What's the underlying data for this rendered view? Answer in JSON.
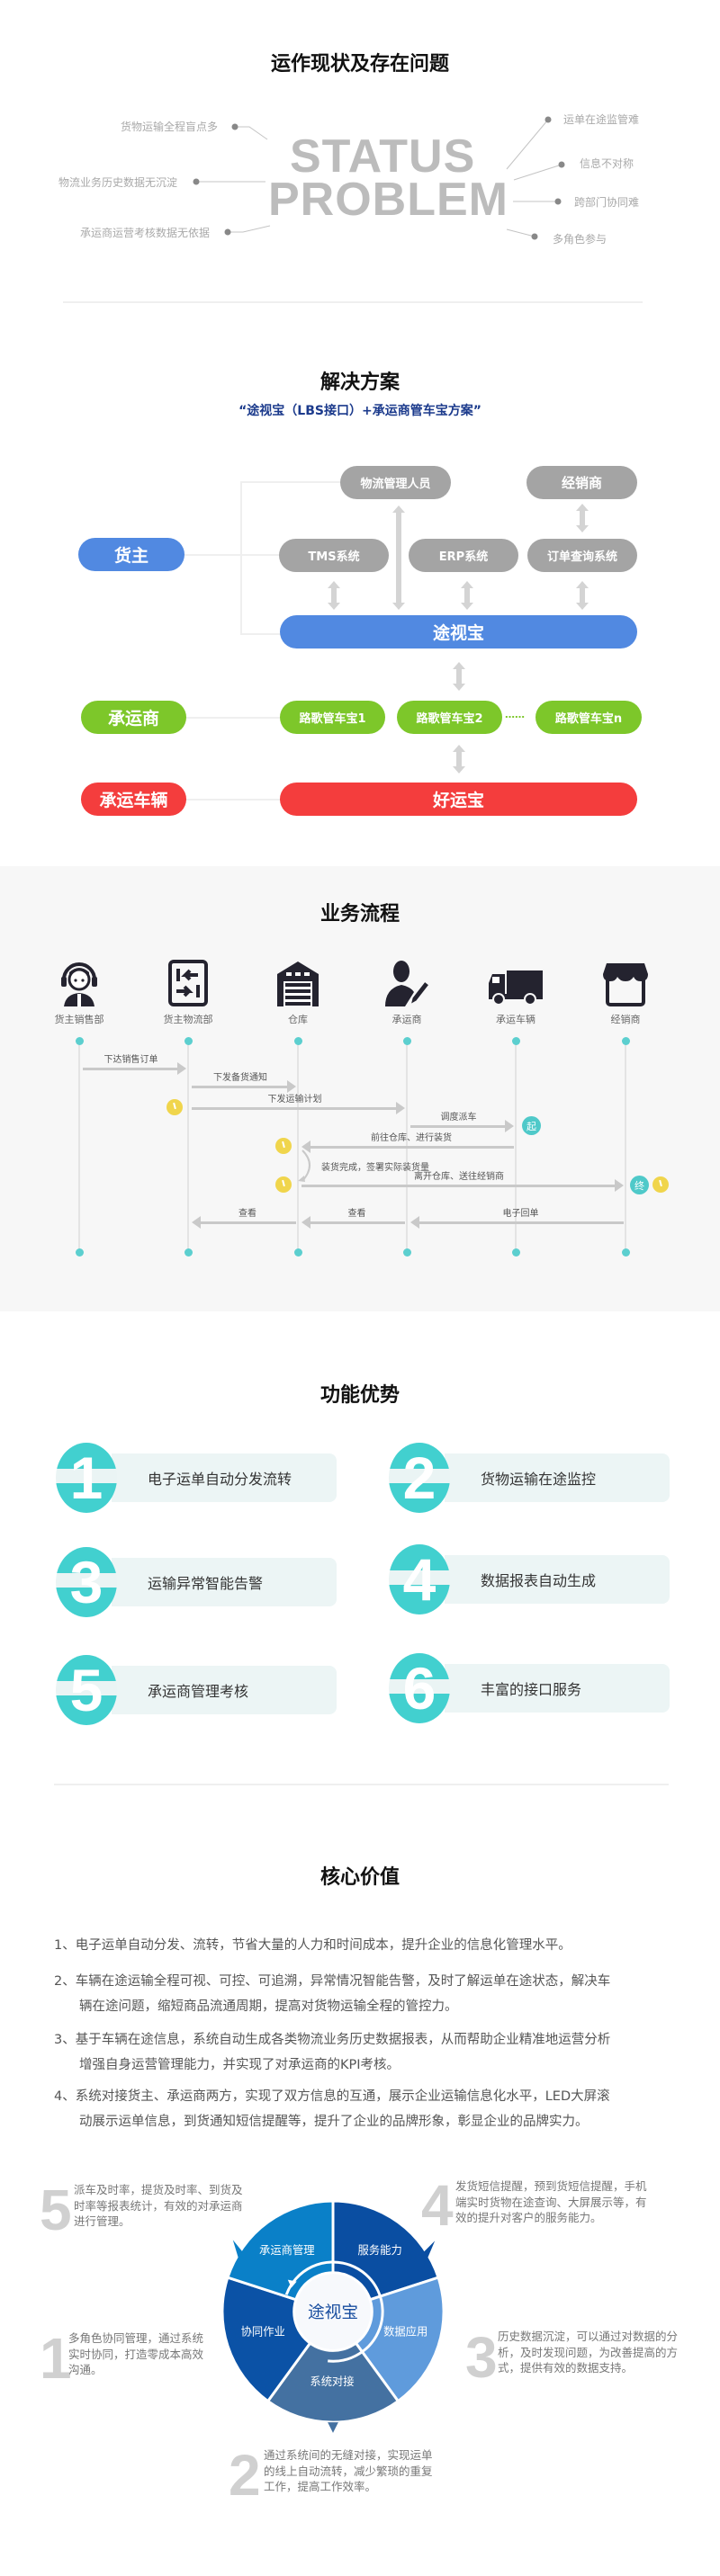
{
  "problems": {
    "title": "运作现状及存在问题",
    "watermark": [
      "STATUS",
      "PROBLEM"
    ],
    "left_items": [
      "货物运输全程盲点多",
      "物流业务历史数据无沉淀",
      "承运商运营考核数据无依据"
    ],
    "right_items": [
      "运单在途监管难",
      "信息不对称",
      "跨部门协同难",
      "多角色参与"
    ]
  },
  "solution": {
    "title": "解决方案",
    "subtitle": "“途视宝（LBS接口）+承运商管车宝方案”",
    "roles": {
      "shipper": "货主",
      "carrier": "承运商",
      "vehicle": "承运车辆"
    },
    "top_boxes": {
      "logistics_staff": "物流管理人员",
      "dealer": "经销商"
    },
    "systems": [
      "TMS系统",
      "ERP系统",
      "订单查询系统"
    ],
    "platform": "途视宝",
    "carrier_apps": [
      "路歌管车宝1",
      "路歌管车宝2",
      "路歌管车宝n"
    ],
    "ellipsis": "……",
    "vehicle_app": "好运宝",
    "colors": {
      "blue": "#5189e1",
      "green": "#7dc72a",
      "red": "#f43d3d",
      "gray": "#a4a4a4"
    }
  },
  "flow": {
    "title": "业务流程",
    "actors": [
      {
        "label": "货主销售部",
        "icon": "customer-service-icon"
      },
      {
        "label": "货主物流部",
        "icon": "transfer-arrows-icon"
      },
      {
        "label": "仓库",
        "icon": "warehouse-icon"
      },
      {
        "label": "承运商",
        "icon": "person-pen-icon"
      },
      {
        "label": "承运车辆",
        "icon": "truck-icon"
      },
      {
        "label": "经销商",
        "icon": "store-icon"
      }
    ],
    "messages": [
      {
        "label": "下达销售订单",
        "from": 0,
        "to": 1
      },
      {
        "label": "下发备货通知",
        "from": 1,
        "to": 2
      },
      {
        "label": "下发运输计划",
        "from": 1,
        "to": 3
      },
      {
        "label": "调度派车",
        "from": 3,
        "to": 4
      },
      {
        "label": "前往仓库、进行装货",
        "from": 4,
        "to": 2
      },
      {
        "label": "离开仓库、送往经销商",
        "from": 2,
        "to": 5
      },
      {
        "label": "查看",
        "from": 2,
        "to": 1
      },
      {
        "label": "查看",
        "from": 3,
        "to": 2
      },
      {
        "label": "电子回单",
        "from": 5,
        "to": 3
      }
    ],
    "self_note": "装货完成，签署实际装货量",
    "start_badge": "起",
    "end_badge": "终"
  },
  "features": {
    "title": "功能优势",
    "items": [
      {
        "num": "1",
        "label": "电子运单自动分发流转"
      },
      {
        "num": "2",
        "label": "货物运输在途监控"
      },
      {
        "num": "3",
        "label": "运输异常智能告警"
      },
      {
        "num": "4",
        "label": "数据报表自动生成"
      },
      {
        "num": "5",
        "label": "承运商管理考核"
      },
      {
        "num": "6",
        "label": "丰富的接口服务"
      }
    ],
    "accent": "#42d0cf"
  },
  "value": {
    "title": "核心价值",
    "points": [
      {
        "first": "1、电子运单自动分发、流转，节省大量的人力和时间成本，提升企业的信息化管理水平。",
        "rest": ""
      },
      {
        "first": "2、车辆在途运输全程可视、可控、可追溯，异常情况智能告警，及时了解运单在途状态，解决车",
        "rest": "辆在途问题，缩短商品流通周期，提高对货物运输全程的管控力。"
      },
      {
        "first": "3、基于车辆在途信息，系统自动生成各类物流业务历史数据报表，从而帮助企业精准地运营分析",
        "rest": "增强自身运营管理能力，并实现了对承运商的KPI考核。"
      },
      {
        "first": "4、系统对接货主、承运商两方，实现了双方信息的互通，展示企业运输信息化水平，LED大屏滚",
        "rest": "动展示运单信息，到货通知短信提醒等，提升了企业的品牌形象，彰显企业的品牌实力。"
      }
    ]
  },
  "wheel": {
    "center": "途视宝",
    "segments": [
      "服务能力",
      "数据应用",
      "系统对接",
      "协同作业",
      "承运商管理"
    ],
    "colors": [
      "#0a4ea2",
      "#5f9bdc",
      "#4471a1",
      "#0b52a6",
      "#0a80c8"
    ],
    "notes": [
      {
        "num": "1",
        "lines": [
          "多角色协同管理，通过系统",
          "实时协同，打造零成本高效",
          "沟通。"
        ]
      },
      {
        "num": "2",
        "lines": [
          "通过系统间的无缝对接，实现运单",
          "的线上自动流转，减少繁琐的重复",
          "工作，提高工作效率。"
        ]
      },
      {
        "num": "3",
        "lines": [
          "历史数据沉淀，可以通过对数据的分",
          "析，及时发现问题，为改善提高的方",
          "式，提供有效的数据支持。"
        ]
      },
      {
        "num": "4",
        "lines": [
          "发货短信提醒，预到货短信提醒，手机",
          "端实时货物在途查询、大屏展示等，有",
          "效的提升对客户的服务能力。"
        ]
      },
      {
        "num": "5",
        "lines": [
          "派车及时率，提货及时率、到货及",
          "时率等报表统计，有效的对承运商",
          "进行管理。"
        ]
      }
    ]
  }
}
